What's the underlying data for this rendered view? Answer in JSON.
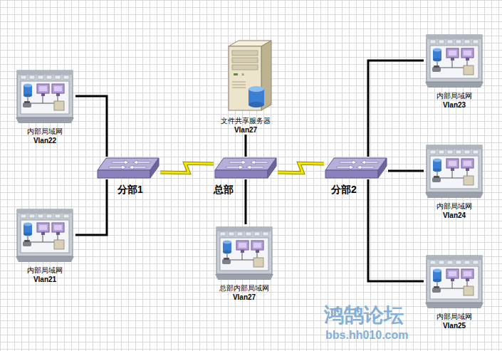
{
  "diagram": {
    "nodes": [
      {
        "text": [
          "内部局域网",
          "Vlan22"
        ]
      },
      {
        "text": [
          "文件共享服务器",
          "Vlan27"
        ]
      },
      {
        "text": [
          "内部局域网",
          "Vlan23"
        ]
      },
      {
        "text": [
          "分部1"
        ]
      },
      {
        "text": [
          "总部"
        ]
      },
      {
        "text": [
          "分部2"
        ]
      },
      {
        "text": [
          "内部局域网",
          "Vlan24"
        ]
      },
      {
        "text": [
          "内部局域网",
          "Vlan21"
        ]
      },
      {
        "text": [
          "总部内部局域网",
          "Vlan27"
        ]
      },
      {
        "text": [
          "内部局域网",
          "Vlan25"
        ]
      }
    ],
    "edges": [
      {
        "from": 0,
        "to": 3,
        "arrow": "none"
      },
      {
        "from": 7,
        "to": 3,
        "arrow": "none"
      },
      {
        "from": 3,
        "to": 4,
        "arrow": "none"
      },
      {
        "from": 4,
        "to": 1,
        "arrow": "none"
      },
      {
        "from": 4,
        "to": 8,
        "arrow": "none"
      },
      {
        "from": 4,
        "to": 5,
        "arrow": "none"
      },
      {
        "from": 5,
        "to": 2,
        "arrow": "none"
      },
      {
        "from": 5,
        "to": 6,
        "arrow": "none"
      },
      {
        "from": 5,
        "to": 9,
        "arrow": "none"
      }
    ],
    "labels": [
      "鸿鹄论坛",
      "bbs.hh010.com"
    ]
  }
}
